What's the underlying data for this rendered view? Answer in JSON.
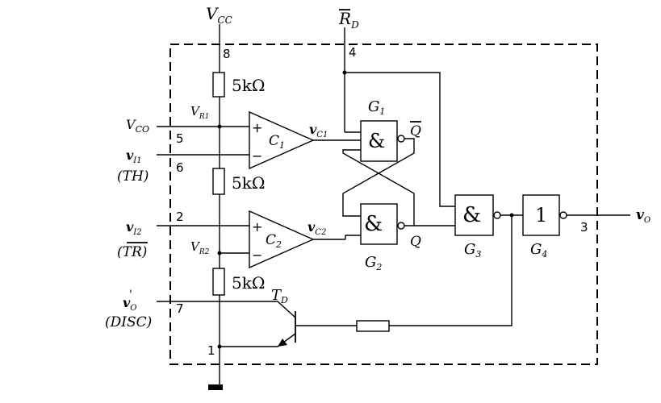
{
  "labels": {
    "vcc": "V",
    "vcc_sub": "CC",
    "rd": "R",
    "rd_sub": "D",
    "vr1": "V",
    "vr1_sub": "R1",
    "vr2": "V",
    "vr2_sub": "R2",
    "vco": "V",
    "vco_sub": "CO",
    "vi1": "v",
    "vi1_sub": "I1",
    "th": "(TH)",
    "vi2": "v",
    "vi2_sub": "I2",
    "tr": "(TR)",
    "vo_prime": "v",
    "vo_prime_sub": "O",
    "vo_prime_mark": "'",
    "disc": "(DISC)",
    "vc1": "v",
    "vc1_sub": "C1",
    "vc2": "v",
    "vc2_sub": "C2",
    "vo": "v",
    "vo_sub": "O",
    "td": "T",
    "td_sub": "D",
    "qbar": "Q",
    "q": "Q"
  },
  "resistors": [
    "5kΩ",
    "5kΩ",
    "5kΩ"
  ],
  "comparators": [
    {
      "name": "C",
      "sub": "1",
      "plus": "+",
      "minus": "−"
    },
    {
      "name": "C",
      "sub": "2",
      "plus": "+",
      "minus": "−"
    }
  ],
  "gates": [
    {
      "name": "G",
      "sub": "1",
      "symbol": "&"
    },
    {
      "name": "G",
      "sub": "2",
      "symbol": "&"
    },
    {
      "name": "G",
      "sub": "3",
      "symbol": "&"
    },
    {
      "name": "G",
      "sub": "4",
      "symbol": "1"
    }
  ],
  "pins": {
    "p8": "8",
    "p4": "4",
    "p5": "5",
    "p6": "6",
    "p2": "2",
    "p7": "7",
    "p1": "1",
    "p3": "3"
  }
}
